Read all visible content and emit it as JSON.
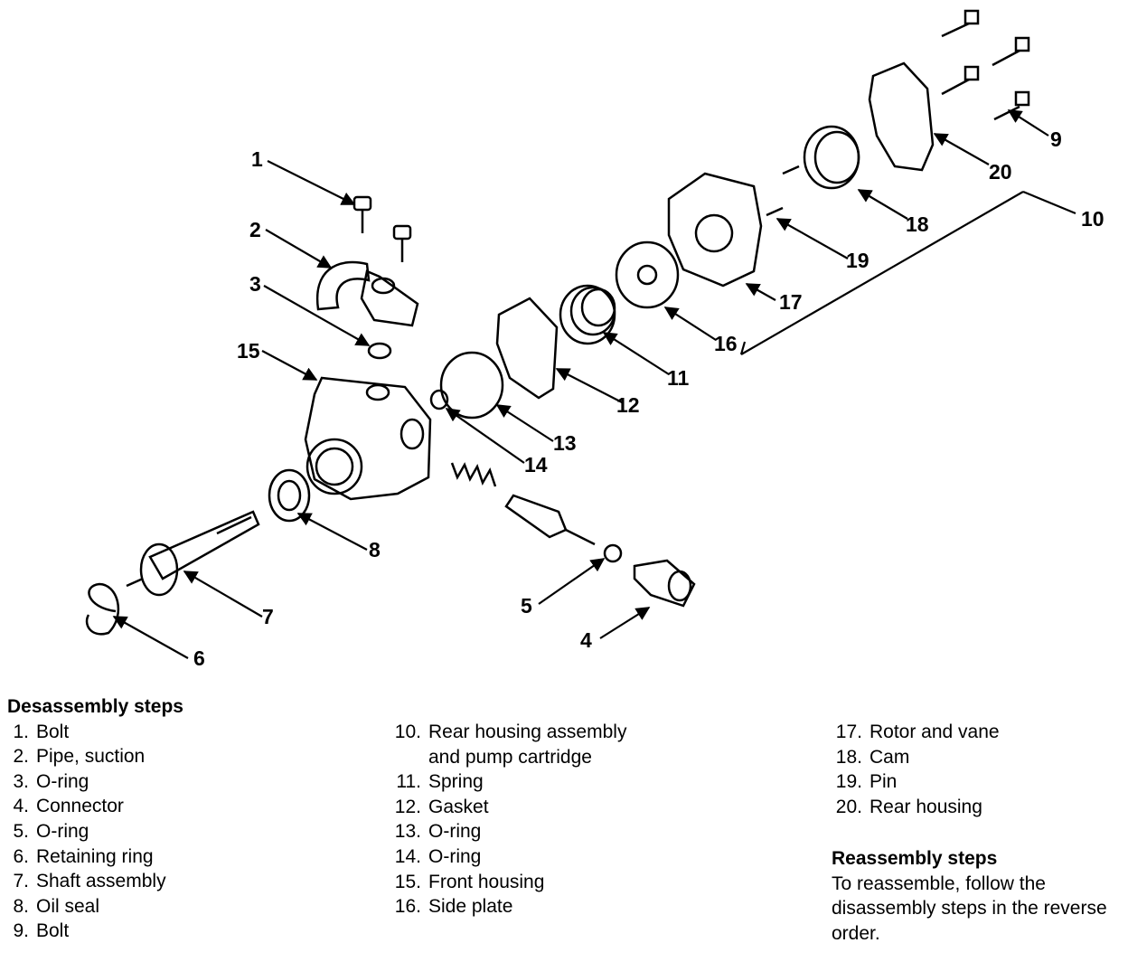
{
  "callouts": [
    "1",
    "2",
    "3",
    "4",
    "5",
    "6",
    "7",
    "8",
    "9",
    "10",
    "11",
    "12",
    "13",
    "14",
    "15",
    "16",
    "17",
    "18",
    "19",
    "20"
  ],
  "legend": {
    "disassembly_title": "Desassembly steps",
    "items": [
      {
        "num": "1.",
        "text": "Bolt"
      },
      {
        "num": "2.",
        "text": "Pipe, suction"
      },
      {
        "num": "3.",
        "text": "O-ring"
      },
      {
        "num": "4.",
        "text": "Connector"
      },
      {
        "num": "5.",
        "text": "O-ring"
      },
      {
        "num": "6.",
        "text": "Retaining ring"
      },
      {
        "num": "7.",
        "text": "Shaft assembly"
      },
      {
        "num": "8.",
        "text": "Oil seal"
      },
      {
        "num": "9.",
        "text": "Bolt"
      },
      {
        "num": "10.",
        "text": "Rear housing assembly",
        "text2": "and pump cartridge"
      },
      {
        "num": "11.",
        "text": "Spring"
      },
      {
        "num": "12.",
        "text": "Gasket"
      },
      {
        "num": "13.",
        "text": "O-ring"
      },
      {
        "num": "14.",
        "text": "O-ring"
      },
      {
        "num": "15.",
        "text": "Front housing"
      },
      {
        "num": "16.",
        "text": "Side plate"
      },
      {
        "num": "17.",
        "text": "Rotor and vane"
      },
      {
        "num": "18.",
        "text": "Cam"
      },
      {
        "num": "19.",
        "text": "Pin"
      },
      {
        "num": "20.",
        "text": "Rear housing"
      }
    ],
    "reassembly_title": "Reassembly steps",
    "reassembly_text": "To reassemble, follow the disassembly steps in the reverse order."
  }
}
